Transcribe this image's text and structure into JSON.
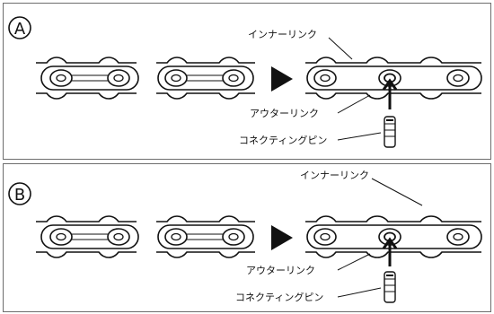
{
  "panels": [
    {
      "id": "A",
      "badge": "A",
      "labels": {
        "inner_link": "インナーリンク",
        "outer_link": "アウターリンク",
        "pin": "コネクティングピン"
      }
    },
    {
      "id": "B",
      "badge": "B",
      "labels": {
        "inner_link": "インナーリンク",
        "outer_link": "アウターリンク",
        "pin": "コネクティングピン"
      }
    }
  ]
}
